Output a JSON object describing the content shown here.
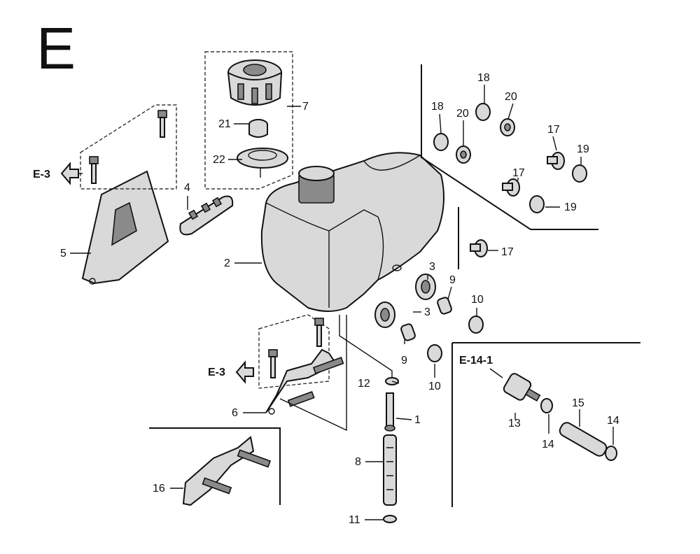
{
  "section_letter": "E",
  "refs": {
    "e3_top": "E-3",
    "e3_bottom": "E-3",
    "e14": "E-14-1"
  },
  "labels": {
    "p1": "1",
    "p2": "2",
    "p3a": "3",
    "p3b": "3",
    "p4": "4",
    "p5": "5",
    "p6": "6",
    "p7": "7",
    "p8": "8",
    "p9a": "9",
    "p9b": "9",
    "p10a": "10",
    "p10b": "10",
    "p11": "11",
    "p12": "12",
    "p13": "13",
    "p14a": "14",
    "p14b": "14",
    "p15": "15",
    "p16": "16",
    "p17a": "17",
    "p17b": "17",
    "p17c": "17",
    "p18a": "18",
    "p18b": "18",
    "p19a": "19",
    "p19b": "19",
    "p20a": "20",
    "p20b": "20",
    "p21": "21",
    "p22": "22"
  }
}
